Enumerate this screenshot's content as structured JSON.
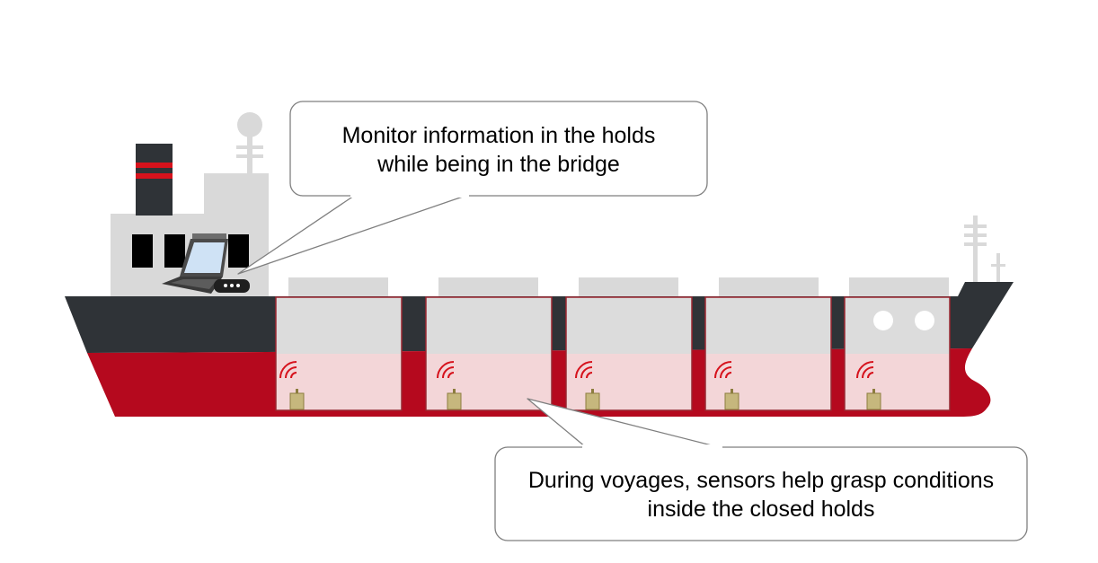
{
  "callouts": {
    "bridge": {
      "line1": "Monitor information in the holds",
      "line2": "while being in the bridge"
    },
    "holds": {
      "line1": "During voyages, sensors help grasp conditions",
      "line2": "inside the closed holds"
    }
  },
  "colors": {
    "hull_upper": "#2f3337",
    "hull_lower": "#b5091e",
    "superstructure": "#d9d9d9",
    "hold": "#dcdcdc",
    "hold_lower": "#f3d6d8",
    "hold_border": "#9b2630",
    "sensor_body": "#c6b77d",
    "signal": "#d6121c",
    "callout_border": "#7f7f7f"
  },
  "icons": [
    "laptop-icon",
    "router-icon",
    "sensor-icon",
    "wifi-signal-icon",
    "antenna-mast-icon",
    "funnel-icon"
  ]
}
